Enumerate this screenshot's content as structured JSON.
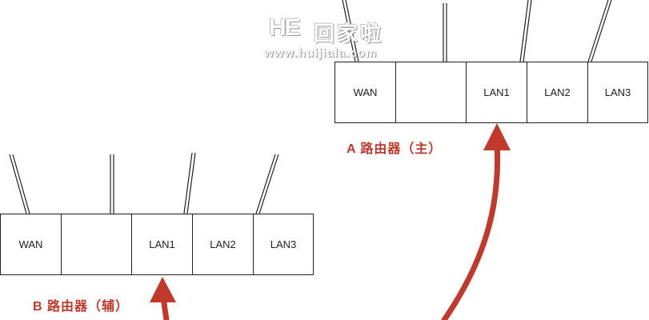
{
  "watermark": {
    "logo": "HE",
    "cn": "回家啦",
    "url": "www.huijiala.com"
  },
  "router_a": {
    "caption": "A 路由器（主）",
    "ports": [
      "WAN",
      "",
      "LAN1",
      "LAN2",
      "LAN3"
    ]
  },
  "router_b": {
    "caption": "B 路由器（辅）",
    "ports": [
      "WAN",
      "",
      "LAN1",
      "LAN2",
      "LAN3"
    ]
  },
  "colors": {
    "arrow": "#c0392b",
    "caption": "#c0392b",
    "line": "#222222"
  }
}
